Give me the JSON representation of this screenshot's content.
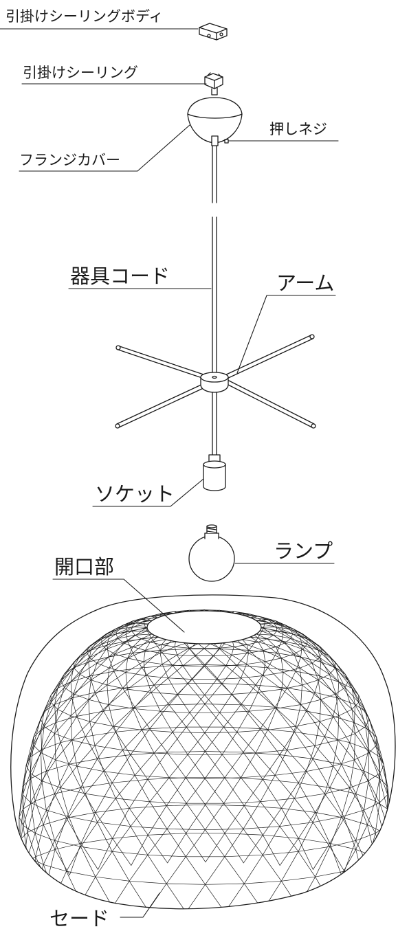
{
  "labels": {
    "ceiling_body": "引掛けシーリングボディ",
    "ceiling": "引掛けシーリング",
    "set_screw": "押しネジ",
    "flange_cover": "フランジカバー",
    "cord": "器具コード",
    "arm": "アーム",
    "socket": "ソケット",
    "lamp": "ランプ",
    "opening": "開口部",
    "shade": "セード"
  },
  "colors": {
    "line": "#1a1a1a",
    "background": "#ffffff"
  }
}
